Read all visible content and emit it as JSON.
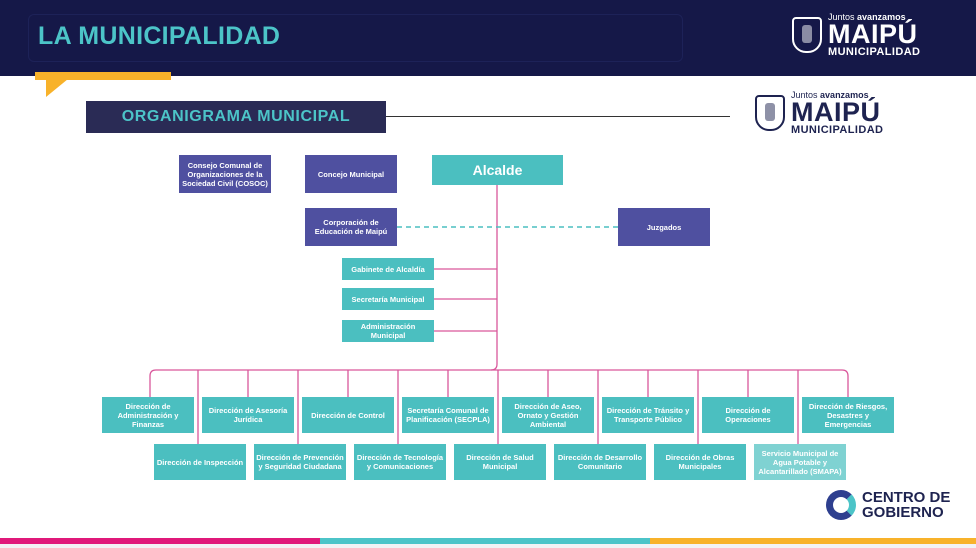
{
  "header": {
    "title": "LA MUNICIPALIDAD"
  },
  "logo": {
    "tagline_light": "Juntos",
    "tagline_bold": "avanzamos",
    "name": "MAIPÚ",
    "sub": "MUNICIPALIDAD"
  },
  "org_title": "ORGANIGRAMA MUNICIPAL",
  "top_boxes": {
    "cosoc": "Consejo Comunal de Organizaciones de la Sociedad Civil (COSOC)",
    "concejo": "Concejo Municipal",
    "alcalde": "Alcalde",
    "corporacion": "Corporación de Educación de Maipú",
    "juzgados": "Juzgados"
  },
  "staff": [
    "Gabinete de Alcaldía",
    "Secretaría Municipal",
    "Administración Municipal"
  ],
  "directions_top": [
    "Dirección de Administración y Finanzas",
    "Dirección de Asesoría Jurídica",
    "Dirección de Control",
    "Secretaría Comunal de Planificación (SECPLA)",
    "Dirección de Aseo, Ornato y Gestión Ambiental",
    "Dirección de Tránsito y Transporte Público",
    "Dirección de Operaciones",
    "Dirección de Riesgos, Desastres y Emergencias"
  ],
  "directions_bottom": [
    "Dirección de Inspección",
    "Dirección de Prevención y Seguridad Ciudadana",
    "Dirección de Tecnología y Comunicaciones",
    "Dirección de Salud Municipal",
    "Dirección de Desarrollo Comunitario",
    "Dirección de Obras Municipales",
    "Servicio Municipal de Agua Potable y Alcantarillado (SMAPA)"
  ],
  "footer_logo": {
    "line1": "CENTRO DE",
    "line2": "GOBIERNO"
  },
  "colors": {
    "navy": "#151848",
    "teal": "#4bbfc0",
    "purple": "#4f50a0",
    "pink": "#e0197a",
    "orange": "#f8b22a",
    "connector": "#d9579b"
  }
}
